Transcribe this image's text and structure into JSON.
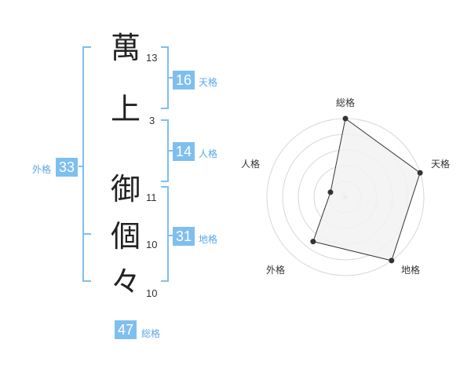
{
  "name_chars": [
    {
      "char": "萬",
      "strokes": "13"
    },
    {
      "char": "上",
      "strokes": "3"
    },
    {
      "char": "御",
      "strokes": "11"
    },
    {
      "char": "個",
      "strokes": "10"
    },
    {
      "char": "々",
      "strokes": "10"
    }
  ],
  "fortunes": {
    "tenkaku": {
      "value": "16",
      "label": "天格"
    },
    "jinkaku": {
      "value": "14",
      "label": "人格"
    },
    "chikaku": {
      "value": "31",
      "label": "地格"
    },
    "gaikaku": {
      "value": "33",
      "label": "外格"
    },
    "soukaku": {
      "value": "47",
      "label": "総格"
    }
  },
  "colors": {
    "accent": "#7fbfef",
    "bracket": "#7fbfef",
    "radar_fill": "#f2f2f2",
    "radar_line": "#333333"
  },
  "chart_data": {
    "type": "radar",
    "axes": [
      "総格",
      "天格",
      "地格",
      "外格",
      "人格"
    ],
    "values": [
      5,
      5,
      5,
      3.5,
      1
    ],
    "max": 5,
    "rings": 5
  }
}
